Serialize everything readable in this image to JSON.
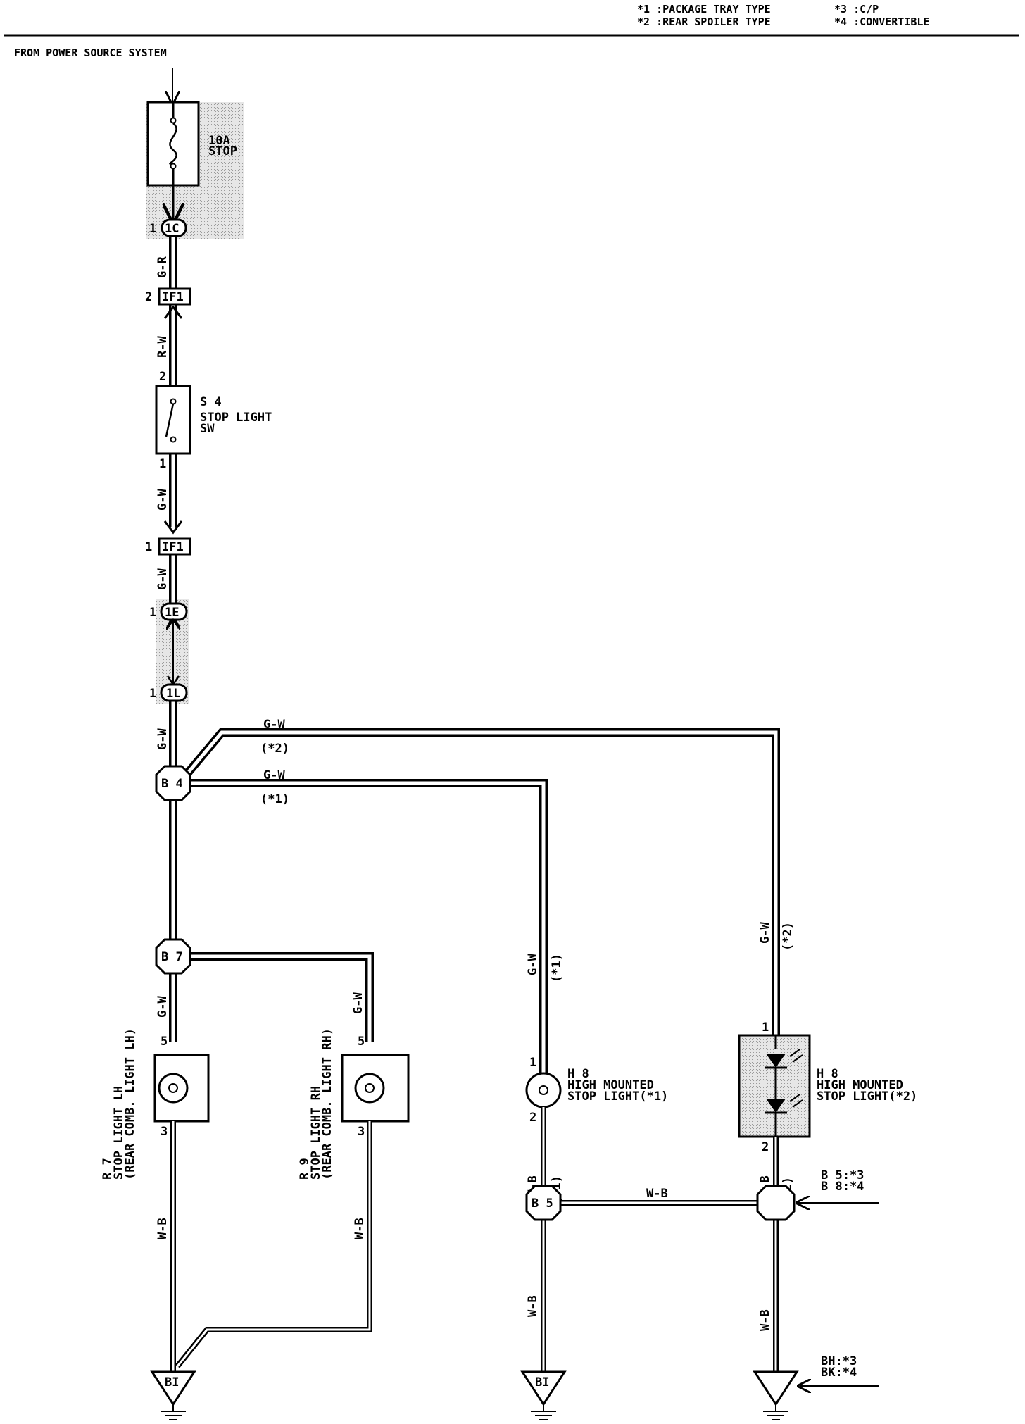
{
  "legend": {
    "items": [
      "*1 :PACKAGE TRAY TYPE",
      "*2 :REAR SPOILER TYPE",
      "*3 :C/P",
      "*4 :CONVERTIBLE"
    ]
  },
  "header": {
    "source": "FROM POWER SOURCE SYSTEM"
  },
  "fuse": {
    "rating": "10A",
    "name": "STOP"
  },
  "connectors": {
    "c1": {
      "pin": "1",
      "id": "1C"
    },
    "if1_top": {
      "pin": "2",
      "id": "IF1"
    },
    "if1_bot": {
      "pin": "1",
      "id": "IF1"
    },
    "c1e": {
      "pin": "1",
      "id": "1E"
    },
    "c1l": {
      "pin": "1",
      "id": "1L"
    }
  },
  "switch": {
    "id": "S 4",
    "name_1": "STOP LIGHT",
    "name_2": "SW",
    "pin_top": "2",
    "pin_bottom": "1"
  },
  "wires": {
    "gr": "G-R",
    "rw": "R-W",
    "gw": "G-W",
    "wb": "W-B",
    "note1": "(*1)",
    "note2": "(*2)"
  },
  "junctions": {
    "b4": "B 4",
    "b7": "B 7",
    "b5": "B 5"
  },
  "lamps": {
    "r7": {
      "id": "R 7",
      "line1": "STOP LIGHT LH",
      "line2": "(REAR COMB. LIGHT LH)",
      "pin_top": "5",
      "pin_bottom": "3"
    },
    "r9": {
      "id": "R 9",
      "line1": "STOP LIGHT RH",
      "line2": "(REAR COMB. LIGHT RH)",
      "pin_top": "5",
      "pin_bottom": "3"
    },
    "h8a": {
      "id": "H 8",
      "line1": "HIGH MOUNTED",
      "line2": "STOP LIGHT(*1)",
      "pin_top": "1",
      "pin_bottom": "2"
    },
    "h8b": {
      "id": "H 8",
      "line1": "HIGH MOUNTED",
      "line2": "STOP LIGHT(*2)",
      "pin_top": "1",
      "pin_bottom": "2"
    }
  },
  "right_junction": {
    "line1": "B 5:*3",
    "line2": "B 8:*4"
  },
  "grounds": {
    "bi1": "BI",
    "bi2": "BI",
    "bh_line1": "BH:*3",
    "bh_line2": "BK:*4"
  }
}
